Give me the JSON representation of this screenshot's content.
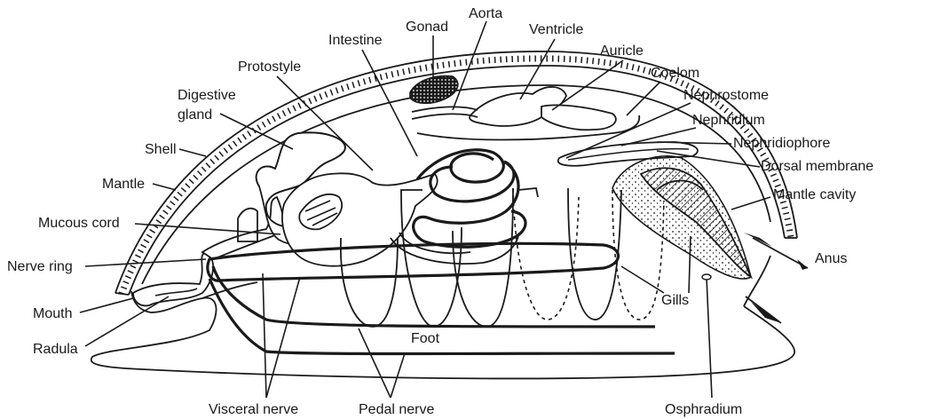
{
  "labels": {
    "gonad": "Gonad",
    "aorta": "Aorta",
    "ventricle": "Ventricle",
    "intestine": "Intestine",
    "auricle": "Auricle",
    "protostyle": "Protostyle",
    "coelom": "Coelom",
    "digestive_gland_1": "Digestive",
    "digestive_gland_2": "gland",
    "nephrostome": "Nephrostome",
    "nephridium": "Nephridium",
    "shell": "Shell",
    "nephridiophore": "Nephridiophore",
    "dorsal_membrane": "Dorsal membrane",
    "mantle": "Mantle",
    "mantle_cavity": "Mantle cavity",
    "mucous_cord": "Mucous cord",
    "anus": "Anus",
    "nerve_ring": "Nerve ring",
    "gills": "Gills",
    "mouth": "Mouth",
    "radula": "Radula",
    "foot": "Foot",
    "visceral_nerve": "Visceral nerve",
    "pedal_nerve": "Pedal nerve",
    "osphradium": "Osphradium"
  }
}
